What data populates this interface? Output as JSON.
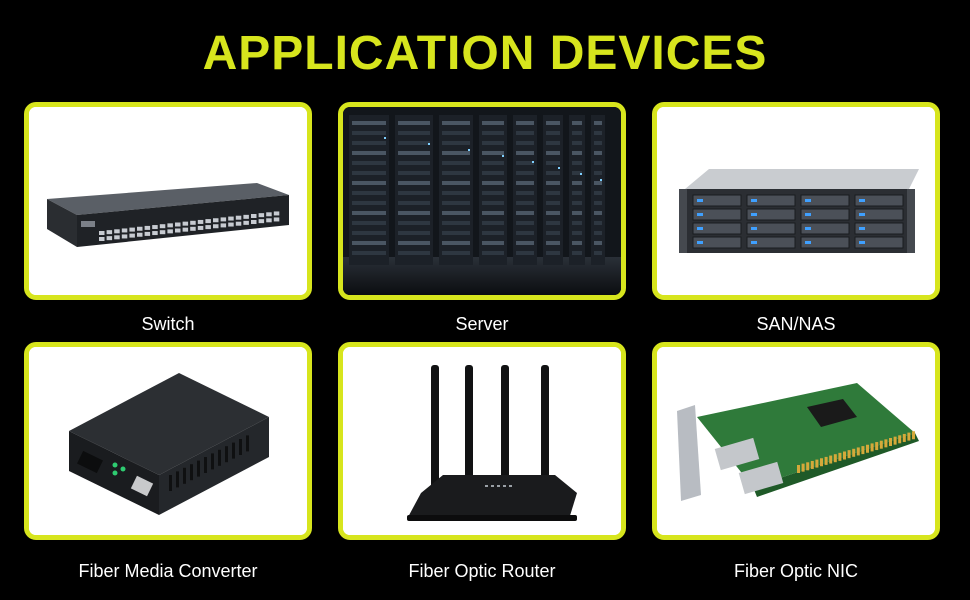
{
  "title": "APPLICATION DEVICES",
  "accent_color": "#d7e51d",
  "devices": [
    {
      "label": "Switch",
      "icon": "network-switch-icon"
    },
    {
      "label": "Server",
      "icon": "server-rack-icon"
    },
    {
      "label": "SAN/NAS",
      "icon": "storage-array-icon"
    },
    {
      "label": "Fiber Media Converter",
      "icon": "media-converter-icon"
    },
    {
      "label": "Fiber Optic Router",
      "icon": "router-icon"
    },
    {
      "label": "Fiber Optic NIC",
      "icon": "network-card-icon"
    }
  ]
}
